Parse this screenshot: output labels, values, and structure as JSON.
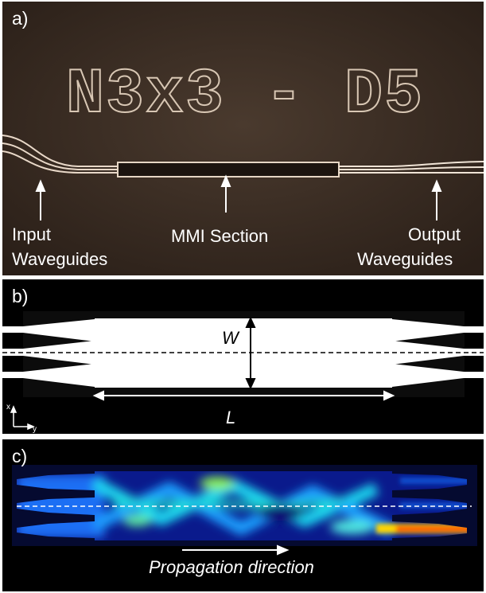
{
  "figure": {
    "panel_a": {
      "label": "a)",
      "chip_marking": "N3x3 - D5",
      "annotations": {
        "input": [
          "Input",
          "Waveguides"
        ],
        "mmi": "MMI Section",
        "output": [
          "Output",
          "Waveguides"
        ]
      }
    },
    "panel_b": {
      "label": "b)",
      "width_symbol": "W",
      "length_symbol": "L",
      "axis_x": "x",
      "axis_y": "y"
    },
    "panel_c": {
      "label": "c)",
      "caption": "Propagation direction"
    },
    "colors": {
      "photo_background": "#3b2c22",
      "waveguide_white": "#ffffff",
      "field_low": "#0a1a8c",
      "field_high": "#ff3a00"
    }
  }
}
